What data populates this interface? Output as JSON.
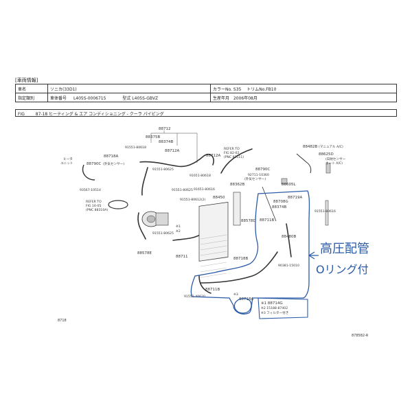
{
  "header": {
    "section_title": "[車両情報]",
    "car_name_label": "車名",
    "car_name_value": "ソニカ(33D1)",
    "color_label": "カラーNo.",
    "color_value": "S35",
    "trim_label": "トリムNo.",
    "trim_value": "FB10",
    "class_label": "指定類別",
    "chassis_label": "車体番号",
    "chassis_value": "L405S-0006715",
    "model_label": "型式",
    "model_value": "L405S-GBVZ",
    "prod_label": "生産年月",
    "prod_value": "2006年08月"
  },
  "figure": {
    "fig_label": "FIG",
    "fig_title": "87-18 ヒーティング & エア コンディショニング - クーラ パイピング"
  },
  "parts": {
    "p88712": "88712",
    "p88375B": "88375B",
    "p88374B_top": "88374B",
    "p88712A_1": "88712A",
    "p88712A_2": "88712A",
    "p88718A": "88718A",
    "p91551_80618_a": "91551-80618",
    "heater_unit": "ヒータ",
    "heater_unit2": "ユニット",
    "p88790C_1": "88790C",
    "p88790C_1_note": "(外気センサー)",
    "p93567_10514": "93567-10514",
    "refer_to_1": "REFER TO",
    "refer_to_1b": "FIG 16-05",
    "refer_to_1c": "(PNC 88310A)",
    "p91551_80625_a": "91551-80625",
    "p91551_80625_b": "91551-80625",
    "p91551_80625_c": "91551-80625",
    "p91551_80612": "91551-80612(2)",
    "p88450": "88450",
    "p88578E": "88578E",
    "p88711": "88711",
    "refer_to_2": "REFER TO",
    "refer_to_2b": "FIG 82-02",
    "refer_to_2c": "(PNC 82111)",
    "p91651_80618": "91651-80618",
    "p91651_80616": "91651-80616",
    "p88362B": "88362B",
    "p92711_10360": "92711-10360",
    "p88790C_2": "88790C",
    "p88790C_2_note": "(外気センサー)",
    "p88605L": "88605L",
    "p88482B": "88482B",
    "p88482B_note": "(マニュアル A/C)",
    "p88625D": "88625D",
    "p88625D_note1": "(日射センサー",
    "p88625D_note2": "オート A/C)",
    "p88719A": "88719A",
    "p88708G": "88708G",
    "p88374B": "88374B",
    "p91551_80616": "91551-80616",
    "p88578D": "88578D",
    "p88711B": "88711B",
    "p88480B": "88480B",
    "p90381_15010": "90381-15010",
    "p88718B": "88718B",
    "p88711B_2": "88711B",
    "p91551_40620": "91551-40620",
    "p88718A_2": "88718A",
    "note1": "※1 88714G",
    "note2": "※2 15188-87402",
    "note3": "※3 フィルター付き",
    "mark1": "※1",
    "mark2": "※2",
    "mark3": "※3"
  },
  "annotation": {
    "line1": "高圧配管",
    "line2": "Oリング付",
    "color": "#2a5aa8"
  },
  "footer": {
    "left": "8718",
    "right": "878582-R"
  }
}
